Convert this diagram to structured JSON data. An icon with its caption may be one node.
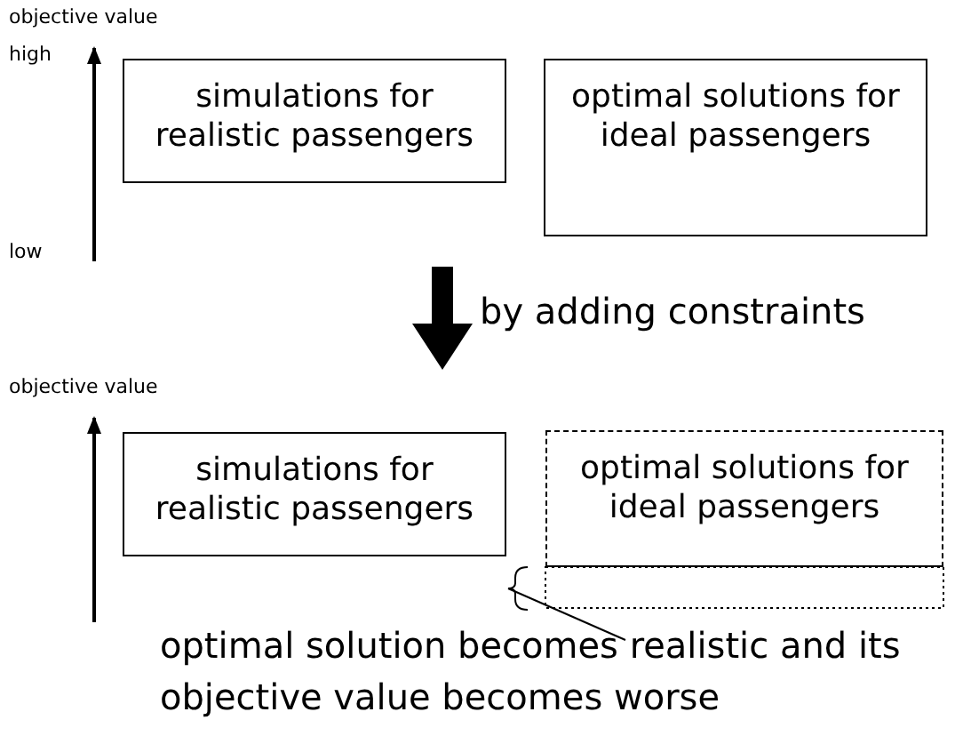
{
  "diagram": {
    "nodes": [
      {
        "text": [
          "simulations for realistic passengers"
        ]
      },
      {
        "text": [
          "optimal solutions for ideal passengers"
        ]
      },
      {
        "text": [
          "simulations for realistic passengers"
        ]
      },
      {
        "text": [
          "optimal solutions for ideal passengers"
        ]
      },
      {
        "text": [],
        "shape": "box"
      },
      {
        "text": [
          "optimal solution becomes realistic and its objective value becomes worse"
        ]
      }
    ],
    "edges": [
      {
        "from": 5,
        "to": 4,
        "arrow": "none"
      }
    ],
    "labels": [
      "objective value",
      "high",
      "low",
      "by adding constraints",
      "objective value"
    ]
  }
}
